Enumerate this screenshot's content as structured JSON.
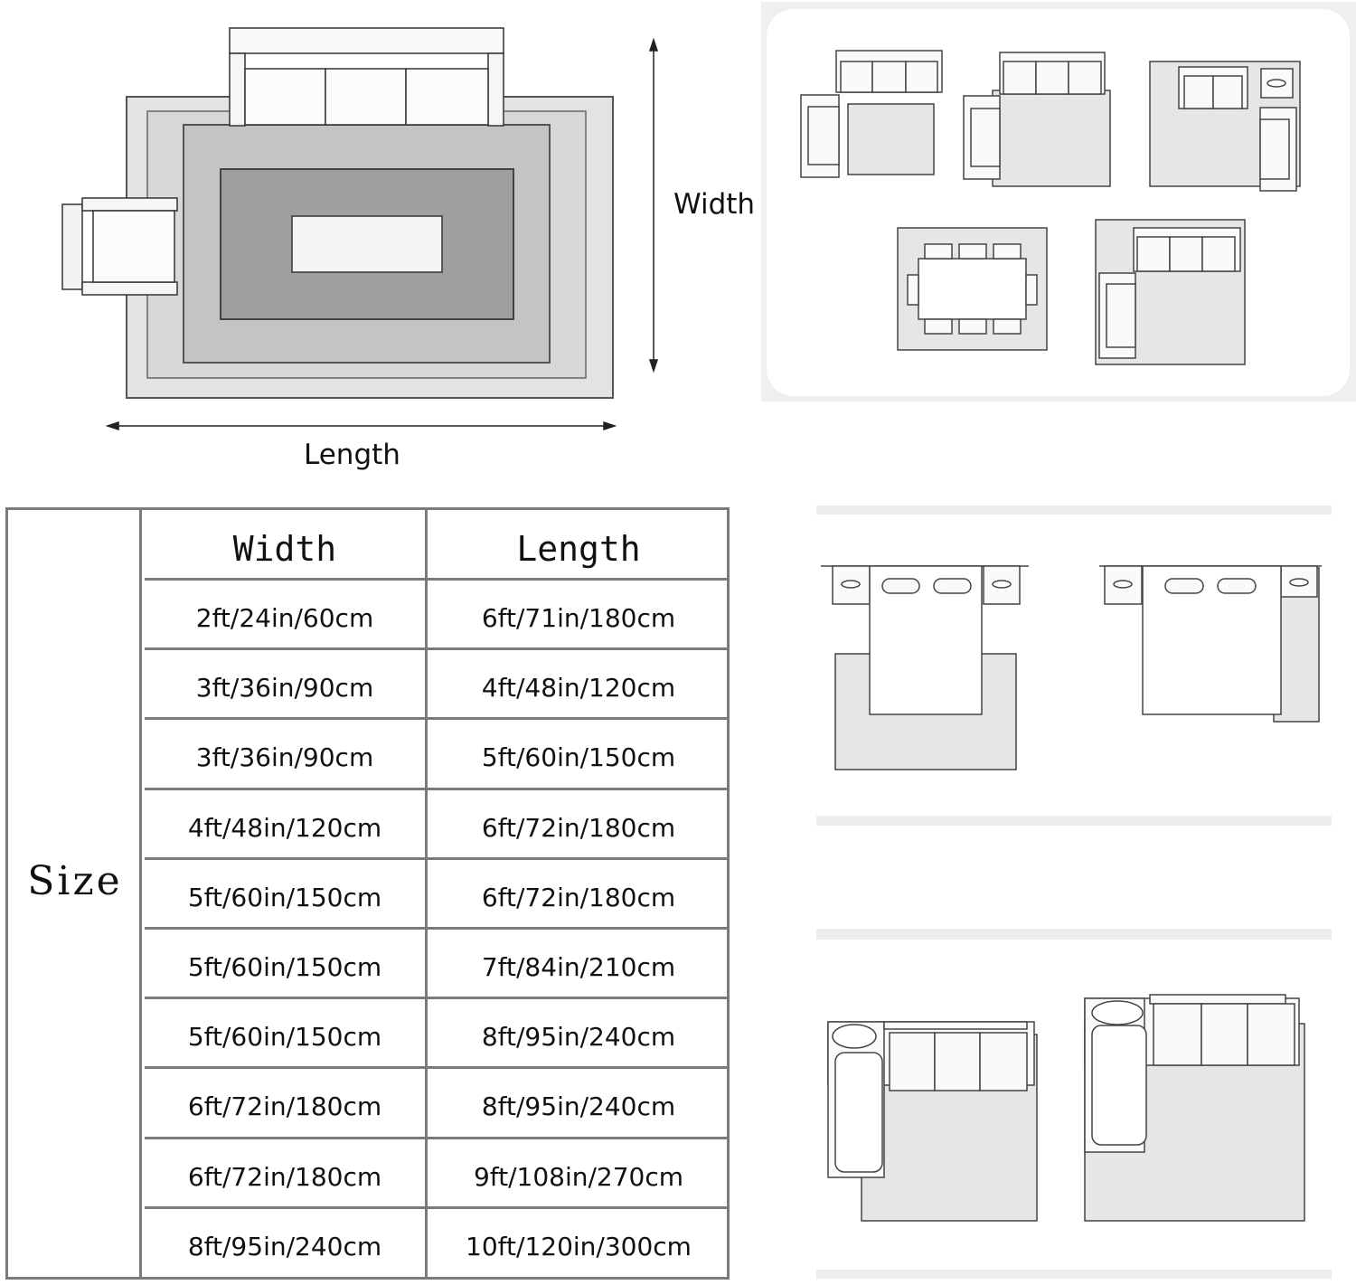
{
  "dimension_labels": {
    "width": "Width",
    "length": "Length"
  },
  "table": {
    "row_header": "Size",
    "col_width_header": "Width",
    "col_length_header": "Length",
    "rows": [
      {
        "width": "2ft/24in/60cm",
        "length": "6ft/71in/180cm"
      },
      {
        "width": "3ft/36in/90cm",
        "length": "4ft/48in/120cm"
      },
      {
        "width": "3ft/36in/90cm",
        "length": "5ft/60in/150cm"
      },
      {
        "width": "4ft/48in/120cm",
        "length": "6ft/72in/180cm"
      },
      {
        "width": "5ft/60in/150cm",
        "length": "6ft/72in/180cm"
      },
      {
        "width": "5ft/60in/150cm",
        "length": "7ft/84in/210cm"
      },
      {
        "width": "5ft/60in/150cm",
        "length": "8ft/95in/240cm"
      },
      {
        "width": "6ft/72in/180cm",
        "length": "8ft/95in/240cm"
      },
      {
        "width": "6ft/72in/180cm",
        "length": "9ft/108in/270cm"
      },
      {
        "width": "8ft/95in/240cm",
        "length": "10ft/120in/300cm"
      }
    ]
  },
  "colors": {
    "rug_outer": "#e3e3e3",
    "rug_mid": "#c9c9c9",
    "rug_inner": "#9f9f9f",
    "outline": "#555555",
    "table_border": "#7a7a7a"
  }
}
